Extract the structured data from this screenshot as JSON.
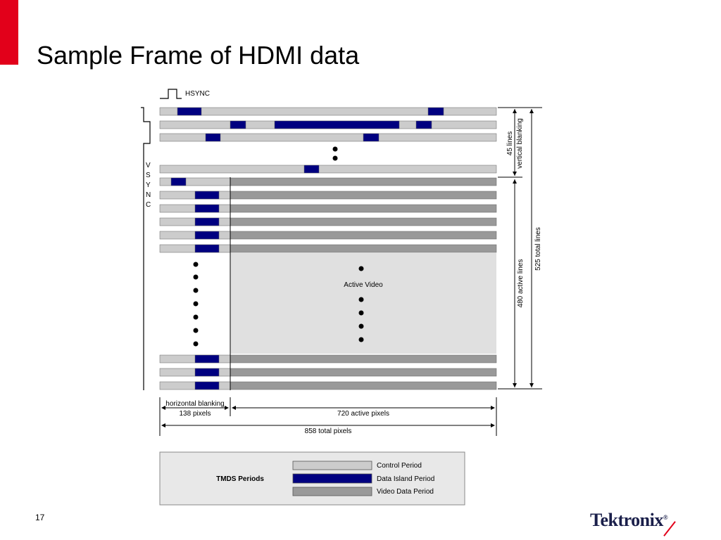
{
  "slide": {
    "title": "Sample Frame of HDMI data",
    "page_number": "17",
    "logo_text": "Tektronix",
    "accent_color": "#e2001a"
  },
  "diagram": {
    "hsync_label": "HSYNC",
    "vsync_letters": [
      "V",
      "S",
      "Y",
      "N",
      "C"
    ],
    "active_video_label": "Active Video",
    "vertical_blanking_lines": "45 lines",
    "vertical_blanking_label": "vertical blanking",
    "active_lines_label": "480 active lines",
    "total_lines_label": "525 total lines",
    "horizontal_blanking_label": "horizontal blanking",
    "horizontal_blanking_pixels": "138 pixels",
    "active_pixels_label": "720 active pixels",
    "total_pixels_label": "858 total pixels",
    "colors": {
      "control_period": "#cccccc",
      "data_island_period": "#000080",
      "video_data_period": "#999999",
      "active_video_area": "#e0e0e0"
    }
  },
  "legend": {
    "title": "TMDS Periods",
    "items": [
      {
        "label": "Control Period",
        "color": "#cccccc"
      },
      {
        "label": "Data Island Period",
        "color": "#000080"
      },
      {
        "label": "Video Data Period",
        "color": "#999999"
      }
    ]
  }
}
